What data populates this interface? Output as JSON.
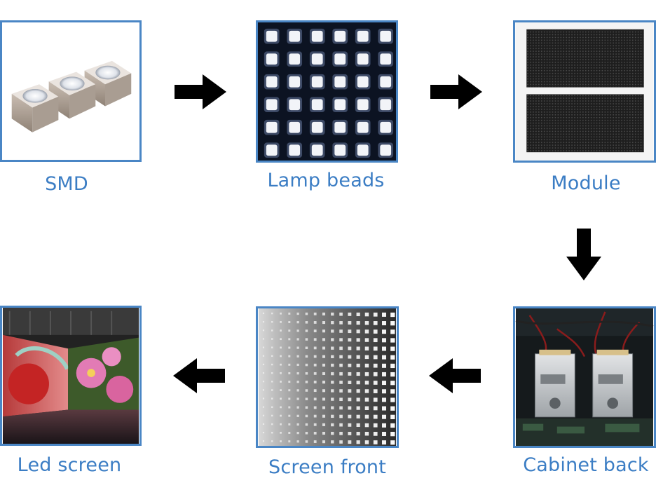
{
  "steps": [
    {
      "id": "smd",
      "label": "SMD"
    },
    {
      "id": "lamp-beads",
      "label": "Lamp beads"
    },
    {
      "id": "module",
      "label": "Module"
    },
    {
      "id": "cabinet-back",
      "label": "Cabinet back"
    },
    {
      "id": "screen-front",
      "label": "Screen front"
    },
    {
      "id": "led-screen",
      "label": "Led screen"
    }
  ],
  "colors": {
    "border": "#4a86c5",
    "label": "#3b7dc4",
    "arrow": "#000000"
  },
  "icons": {
    "flow": "arrow-icon"
  }
}
